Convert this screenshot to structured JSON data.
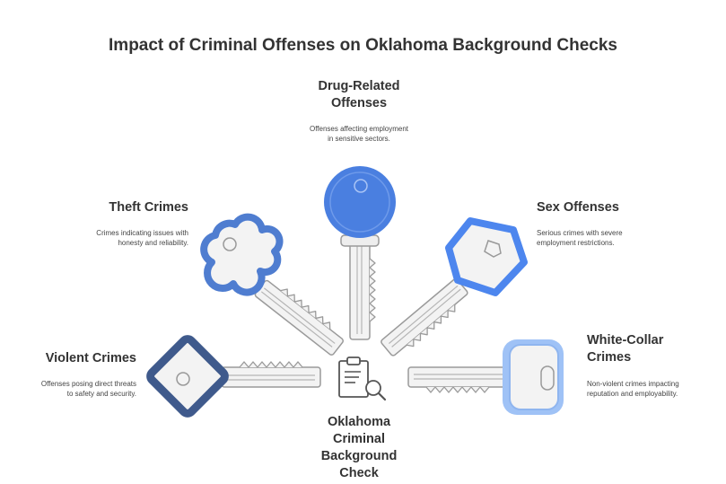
{
  "title": "Impact of Criminal Offenses on Oklahoma Background Checks",
  "center": {
    "label_lines": [
      "Oklahoma",
      "Criminal",
      "Background",
      "Check"
    ],
    "icon": "clipboard-search-icon"
  },
  "offenses": [
    {
      "id": "drug",
      "label_lines": [
        "Drug-Related",
        "Offenses"
      ],
      "desc_lines": [
        "Offenses affecting employment",
        "in sensitive sectors."
      ],
      "key_color": "#4a7fe0"
    },
    {
      "id": "theft",
      "label_lines": [
        "Theft Crimes"
      ],
      "desc_lines": [
        "Crimes indicating issues with",
        "honesty and reliability."
      ],
      "key_color": "#4f7dd0"
    },
    {
      "id": "sex",
      "label_lines": [
        "Sex Offenses"
      ],
      "desc_lines": [
        "Serious crimes with severe",
        "employment restrictions."
      ],
      "key_color": "#4d86ee"
    },
    {
      "id": "violent",
      "label_lines": [
        "Violent Crimes"
      ],
      "desc_lines": [
        "Offenses posing direct threats",
        "to safety and security."
      ],
      "key_color": "#3f5a8c"
    },
    {
      "id": "white",
      "label_lines": [
        "White-Collar",
        "Crimes"
      ],
      "desc_lines": [
        "Non-violent crimes impacting",
        "reputation and employability."
      ],
      "key_color": "#9fc2f6"
    }
  ]
}
